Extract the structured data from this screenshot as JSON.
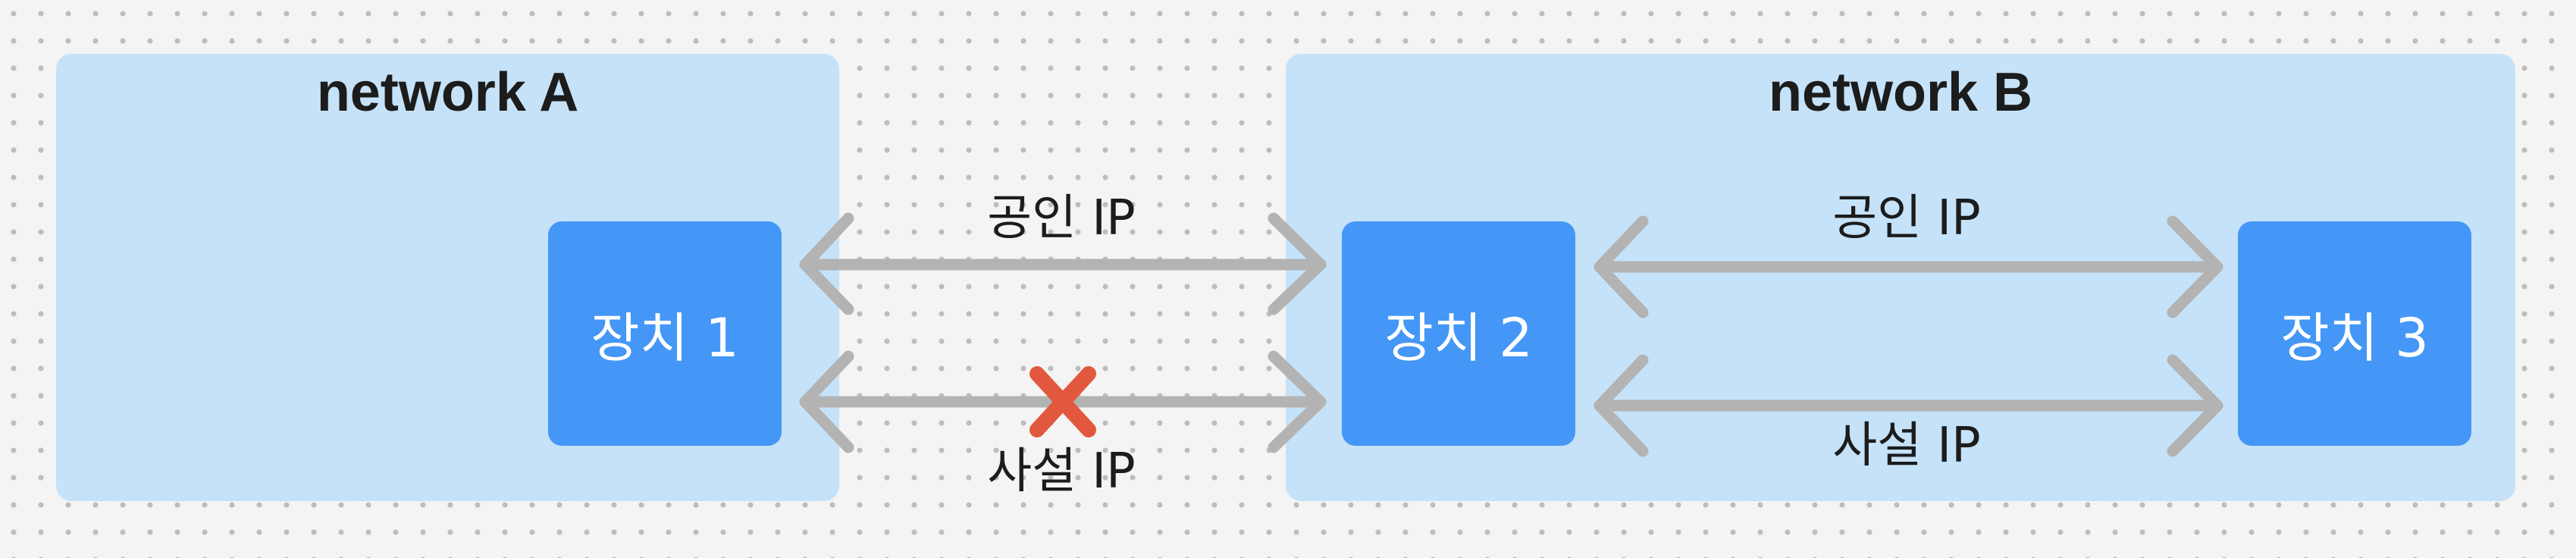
{
  "networks": {
    "a": {
      "title": "network A"
    },
    "b": {
      "title": "network B"
    }
  },
  "devices": {
    "d1": {
      "label": "장치 1"
    },
    "d2": {
      "label": "장치 2"
    },
    "d3": {
      "label": "장치 3"
    }
  },
  "links": {
    "public_1_2": {
      "label": "공인 IP",
      "blocked": false
    },
    "private_1_2": {
      "label": "사설 IP",
      "blocked": true
    },
    "public_2_3": {
      "label": "공인 IP",
      "blocked": false
    },
    "private_2_3": {
      "label": "사설 IP",
      "blocked": false
    }
  },
  "colors": {
    "background": "#f4f4f4",
    "grid_dot": "#bdbdbd",
    "network_fill": "#c5e2f8",
    "device_fill": "#4497f6",
    "device_text": "#ffffff",
    "arrow": "#b3b3b3",
    "blocked_mark": "#e2583e",
    "text": "#1c1c1c"
  },
  "icons": {
    "blocked": "cross-mark-icon",
    "connection": "double-headed-arrow"
  }
}
